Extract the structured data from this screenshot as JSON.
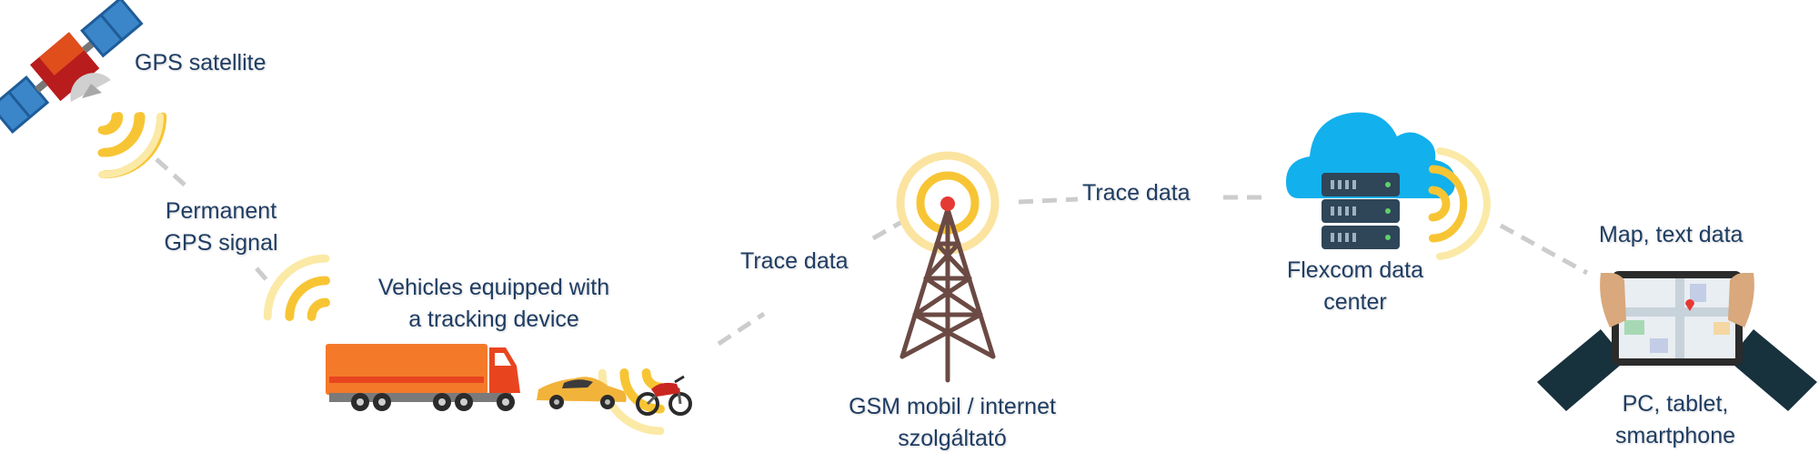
{
  "labels": {
    "gps_satellite": "GPS satellite",
    "permanent_signal": [
      "Permanent",
      "GPS signal"
    ],
    "vehicles": [
      "Vehicles equipped with",
      "a tracking device"
    ],
    "trace_data_left": "Trace data",
    "trace_data_mid": "Trace data",
    "gsm_provider": [
      "GSM mobil / internet",
      "szolgáltató"
    ],
    "data_center": [
      "Flexcom data",
      "center"
    ],
    "map_text": "Map, text data",
    "devices": [
      "PC, tablet,",
      "smartphone"
    ]
  },
  "colors": {
    "text": "#1f3d63",
    "signal_yellow": "#f7c534",
    "signal_pale": "#fbe9a6",
    "dash": "#cccccc",
    "truck_orange": "#f47a2a",
    "truck_red": "#e8451f",
    "car_yellow": "#f2b33a",
    "cloud_blue": "#12b0ec",
    "server_dark": "#2f4558",
    "tower_brown": "#6b4a44",
    "hand_skin": "#d9a87c",
    "sleeve_dark": "#17313d"
  },
  "icons": [
    "satellite-icon",
    "truck-icon",
    "car-icon",
    "motorcycle-icon",
    "cell-tower-icon",
    "cloud-server-icon",
    "tablet-hands-icon",
    "signal-wave-icon"
  ]
}
